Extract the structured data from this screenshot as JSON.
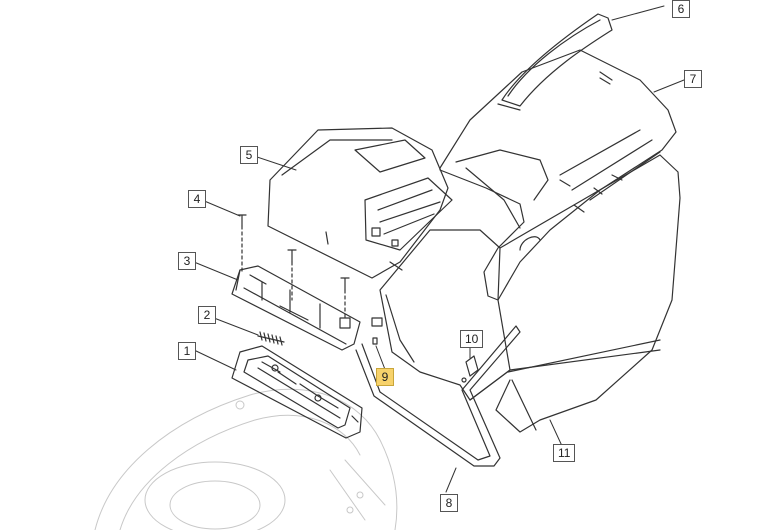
{
  "callouts": [
    {
      "label": "1",
      "highlight": false
    },
    {
      "label": "2",
      "highlight": false
    },
    {
      "label": "3",
      "highlight": false
    },
    {
      "label": "4",
      "highlight": false
    },
    {
      "label": "5",
      "highlight": false
    },
    {
      "label": "6",
      "highlight": false
    },
    {
      "label": "7",
      "highlight": false
    },
    {
      "label": "8",
      "highlight": false
    },
    {
      "label": "9",
      "highlight": true
    },
    {
      "label": "10",
      "highlight": false
    },
    {
      "label": "11",
      "highlight": false
    }
  ],
  "colors": {
    "line": "#333333",
    "faint": "#c8c8c8",
    "highlight": "#f7d26b"
  }
}
